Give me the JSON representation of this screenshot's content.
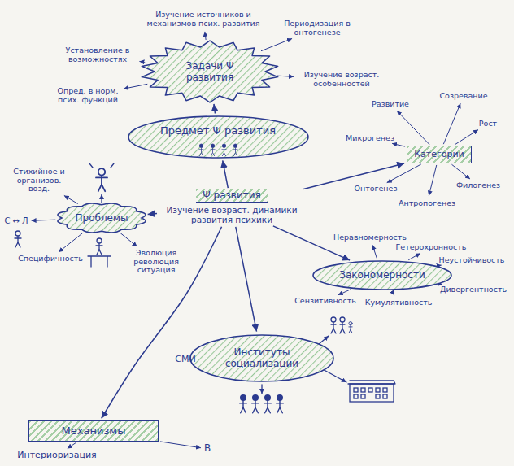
{
  "diagram": {
    "nodes": [
      {
        "text": [
          "Задачи Ψ развития"
        ]
      },
      {
        "text": [
          "Предмет Ψ развития"
        ]
      },
      {
        "text": [
          "Категории"
        ]
      },
      {
        "text": [
          "Проблемы"
        ]
      },
      {
        "text": [
          "Ψ развития",
          "Изучение возраст. динамики развития психики"
        ]
      },
      {
        "text": [
          "Закономерности"
        ]
      },
      {
        "text": [
          "Институты социализации"
        ]
      },
      {
        "text": [
          "Механизмы"
        ]
      }
    ],
    "edges": [
      {
        "from": 4,
        "to": 1,
        "arrow": "to"
      },
      {
        "from": 1,
        "to": 0,
        "arrow": "to"
      },
      {
        "from": 4,
        "to": 2,
        "arrow": "to"
      },
      {
        "from": 4,
        "to": 3,
        "arrow": "to"
      },
      {
        "from": 4,
        "to": 5,
        "arrow": "to"
      },
      {
        "from": 4,
        "to": 6,
        "arrow": "to"
      },
      {
        "from": 4,
        "to": 7,
        "arrow": "to"
      }
    ],
    "labels": [
      "Изучение источников и механизмов псих. развития",
      "Периодизация в онтогенезе",
      "Установление в возможностях",
      "Изучение возраст. особенностей",
      "Опред. в норм. псих. функций",
      "Развитие",
      "Созревание",
      "Рост",
      "Микрогенез",
      "Филогенез",
      "Онтогенез",
      "Антропогенез",
      "Неравномерность",
      "Гетерохронность",
      "Неустойчивость",
      "Дивергентность",
      "Кумулятивность",
      "Сензитивность",
      "Стихийное и организов. возд.",
      "С ↔ Л",
      "Специфичность",
      "Эволюция революция ситуация",
      "СМИ",
      "Интериоризация",
      "В"
    ]
  }
}
